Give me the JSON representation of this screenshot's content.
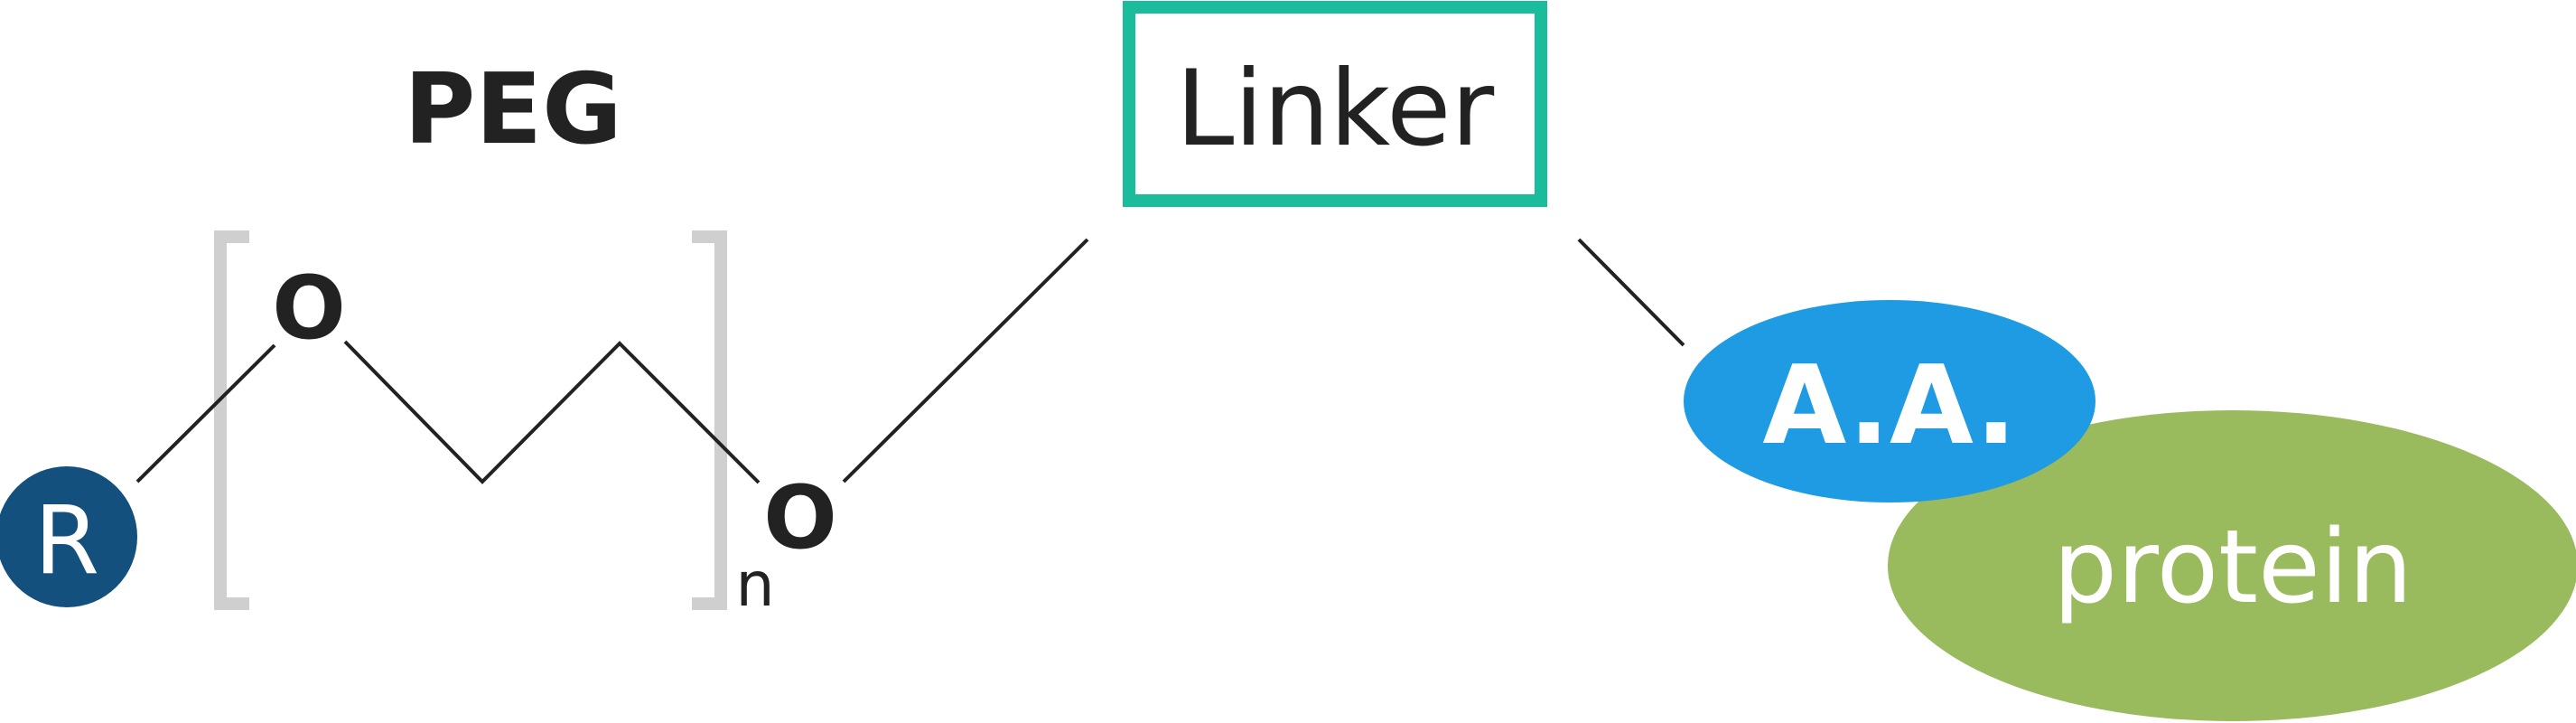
{
  "labels": {
    "peg": "PEG",
    "linker": "Linker",
    "oxygen_top": "O",
    "oxygen_bottom": "O",
    "repeat_subscript": "n",
    "r_group": "R",
    "amino_acid": "A.A.",
    "protein": "protein"
  },
  "colors": {
    "line": "#222222",
    "bracket": "#cfcfcf",
    "linker_border": "#1abc9c",
    "r_circle": "#13507e",
    "amino_acid_fill": "#1e9be2",
    "protein_fill": "#9aba5e",
    "label_text": "#222222",
    "on_shape_text": "#ffffff"
  }
}
